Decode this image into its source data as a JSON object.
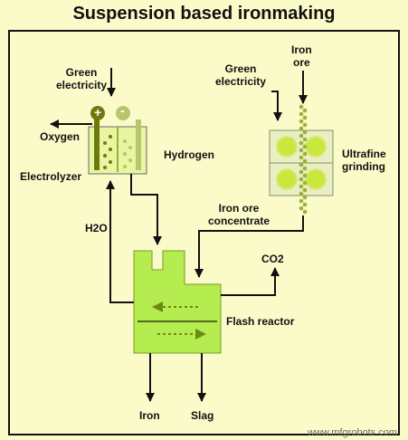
{
  "title": "Suspension based ironmaking",
  "labels": {
    "green_electricity_left": "Green\nelectricity",
    "green_electricity_right": "Green\nelectricity",
    "iron_ore": "Iron\nore",
    "oxygen": "Oxygen",
    "hydrogen": "Hydrogen",
    "electrolyzer": "Electrolyzer",
    "ultrafine_grinding": "Ultrafine\ngrinding",
    "iron_ore_concentrate": "Iron ore\nconcentrate",
    "h2o": "H2O",
    "co2": "CO2",
    "flash_reactor": "Flash reactor",
    "iron": "Iron",
    "slag": "Slag",
    "plus": "+",
    "minus": "-"
  },
  "watermark": "www.mfgrobots.com",
  "colors": {
    "background": "#fbfbc9",
    "frame": "#111111",
    "reactor_fill": "#b5ec4f",
    "electrolyzer_fill": "#e9f5a2",
    "grinder_fill": "#e8f0c2",
    "ball_fill": "#c7e83d",
    "electrode_fill": "#6d7a0e"
  }
}
